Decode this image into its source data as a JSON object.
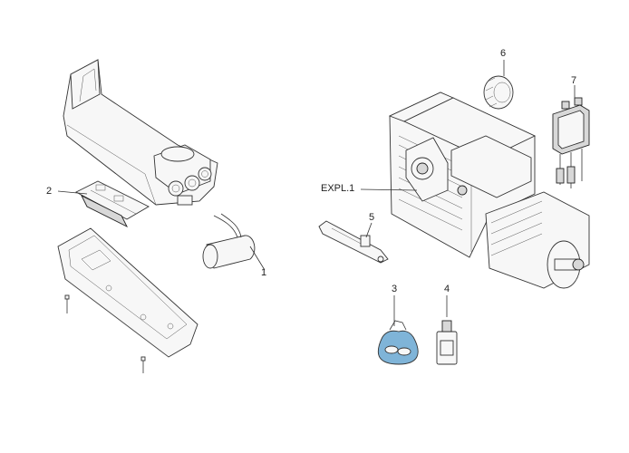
{
  "labels": {
    "l1": "1",
    "l2": "2",
    "l3": "3",
    "l4": "4",
    "l5": "5",
    "l6": "6",
    "l7": "7",
    "expl": "EXPL.1"
  },
  "colors": {
    "bag": "#7fb4d8",
    "line": "#333333",
    "fill": "#f7f7f7"
  }
}
